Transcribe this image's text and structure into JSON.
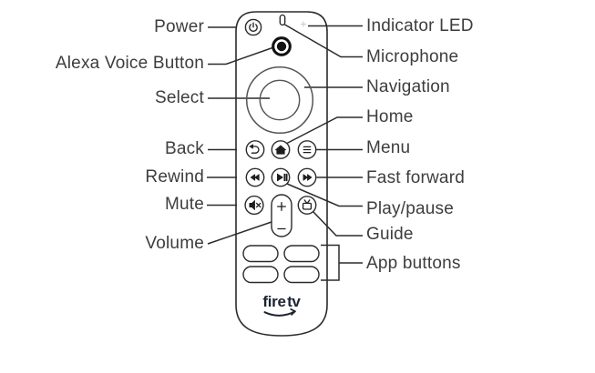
{
  "labels": {
    "power": "Power",
    "alexa_voice_button": "Alexa Voice Button",
    "select": "Select",
    "back": "Back",
    "rewind": "Rewind",
    "mute": "Mute",
    "volume": "Volume",
    "indicator_led": "Indicator LED",
    "microphone": "Microphone",
    "navigation": "Navigation",
    "home": "Home",
    "menu": "Menu",
    "fast_forward": "Fast forward",
    "play_pause": "Play/pause",
    "guide": "Guide",
    "app_buttons": "App buttons"
  },
  "remote": {
    "logo_text": "fire tv",
    "icons": [
      "power-icon",
      "microphone-slot",
      "indicator-led",
      "alexa-voice-icon",
      "navigation-ring",
      "select-pad",
      "back-icon",
      "home-icon",
      "menu-icon",
      "rewind-icon",
      "play-pause-icon",
      "fast-forward-icon",
      "mute-icon",
      "volume-plus-icon",
      "volume-minus-icon",
      "guide-icon",
      "app-button",
      "amazon-smile-arrow"
    ],
    "colors": {
      "line": "#2b2b2b",
      "label_text": "#3d3d3d",
      "logo": "#1b2433",
      "led": "#c8c8c8",
      "button_fill": "#ffffff"
    }
  }
}
